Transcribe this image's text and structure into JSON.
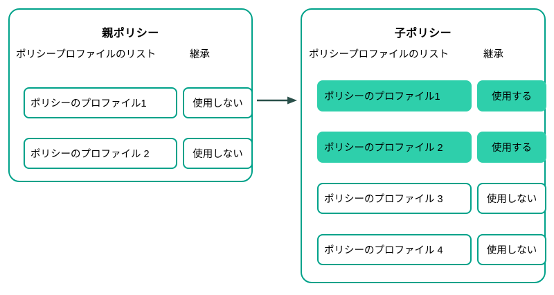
{
  "diagram": {
    "type": "flow-comparison",
    "arrow": {
      "name": "inheritance-arrow",
      "direction": "left-to-right",
      "color": "#2a504a"
    },
    "colors": {
      "outline": "#00a28a",
      "filled_chip": "#2ecfab",
      "text": "#000000",
      "background": "#ffffff"
    },
    "panels": [
      {
        "id": "parent",
        "title": "親ポリシー",
        "columns": {
          "list": "ポリシープロファイルのリスト",
          "inherit": "継承"
        },
        "rows": [
          {
            "profile": "ポリシーのプロファイル1",
            "inherit": "使用しない",
            "highlighted": false
          },
          {
            "profile": "ポリシーのプロファイル 2",
            "inherit": "使用しない",
            "highlighted": false
          }
        ]
      },
      {
        "id": "child",
        "title": "子ポリシー",
        "columns": {
          "list": "ポリシープロファイルのリスト",
          "inherit": "継承"
        },
        "rows": [
          {
            "profile": "ポリシーのプロファイル1",
            "inherit": "使用する",
            "highlighted": true
          },
          {
            "profile": "ポリシーのプロファイル 2",
            "inherit": "使用する",
            "highlighted": true
          },
          {
            "profile": "ポリシーのプロファイル 3",
            "inherit": "使用しない",
            "highlighted": false
          },
          {
            "profile": "ポリシーのプロファイル 4",
            "inherit": "使用しない",
            "highlighted": false
          }
        ]
      }
    ]
  }
}
